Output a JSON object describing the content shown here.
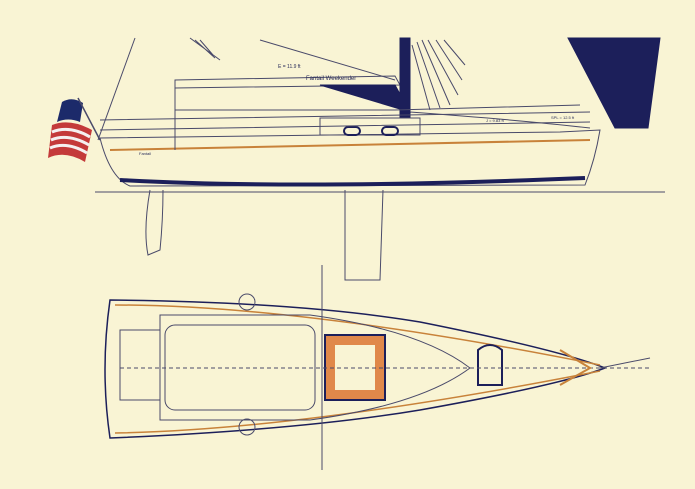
{
  "labels": {
    "boat_name": "Fantail Weekender",
    "boom_length": "E = 11.9 ft",
    "foretriangle_base": "J = 9.83 ft",
    "spinnaker_pole": "SPL = 12.5 ft",
    "transom_name": "Fantail"
  },
  "colors": {
    "background": "#f9f4d4",
    "navy": "#1c1f5a",
    "line": "#4a4a6a",
    "wood": "#c8823a"
  }
}
